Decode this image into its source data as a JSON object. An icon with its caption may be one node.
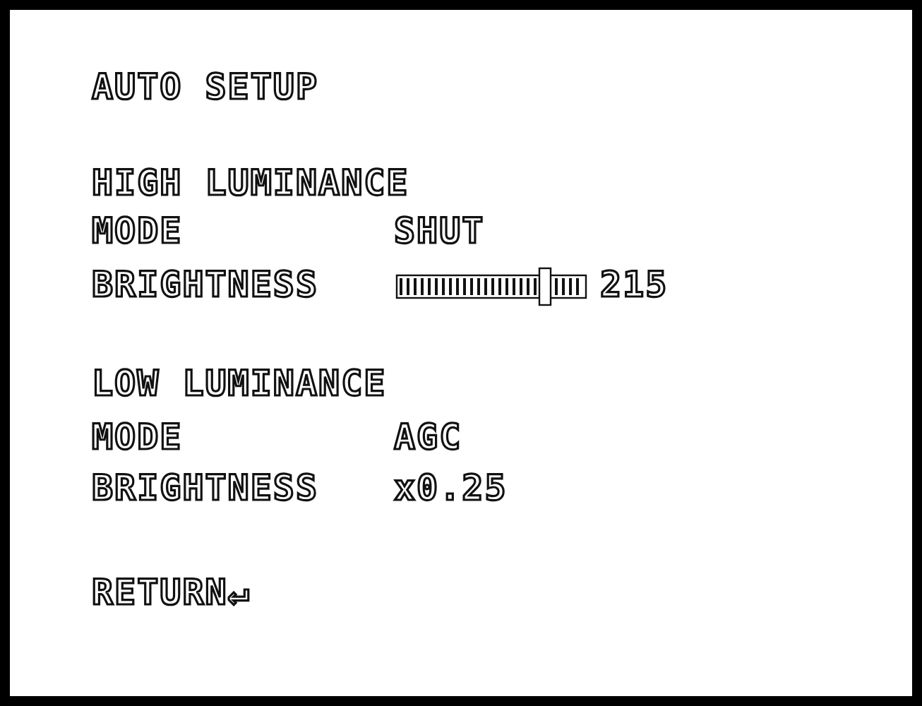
{
  "diagram": {
    "title": "AUTO SETUP",
    "labels": [
      "HIGH LUMINANCE",
      "MODE",
      "SHUT",
      "BRIGHTNESS",
      "215",
      "LOW LUMINANCE",
      "MODE",
      "AGC",
      "BRIGHTNESS",
      "x0.25",
      "RETURN↵"
    ]
  }
}
